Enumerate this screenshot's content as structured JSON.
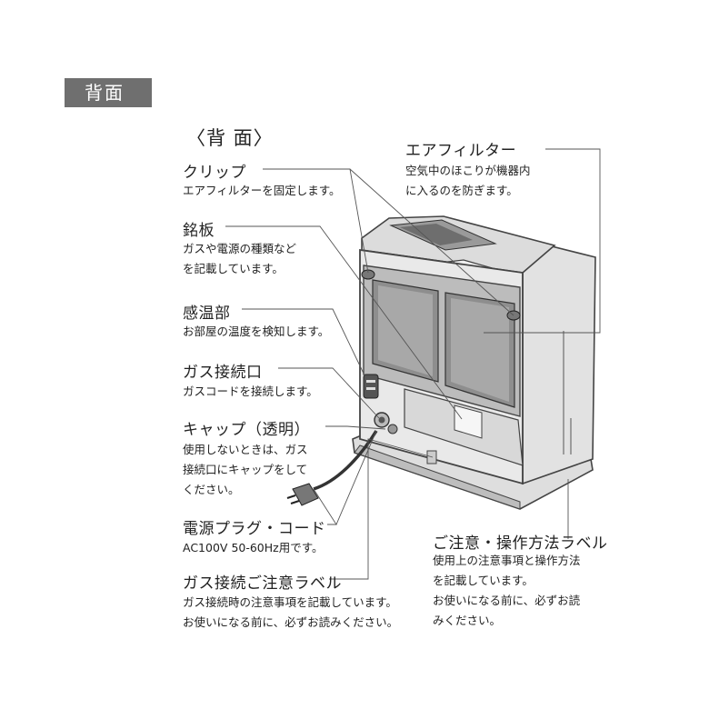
{
  "section_badge": "背面",
  "view_title": "〈背 面〉",
  "callouts": {
    "air_filter": {
      "title": "エアフィルター",
      "lines": [
        "空気中のほこりが機器内",
        "に入るのを防ぎます。"
      ]
    },
    "clip": {
      "title": "クリップ",
      "lines": [
        "エアフィルターを固定します。"
      ]
    },
    "nameplate": {
      "title": "銘板",
      "lines": [
        "ガスや電源の種類など",
        "を記載しています。"
      ]
    },
    "temp_sensor": {
      "title": "感温部",
      "lines": [
        "お部屋の温度を検知します。"
      ]
    },
    "gas_inlet": {
      "title": "ガス接続口",
      "lines": [
        "ガスコードを接続します。"
      ]
    },
    "cap": {
      "title": "キャップ（透明）",
      "lines": [
        "使用しないときは、ガス",
        "接続口にキャップをして",
        "ください。"
      ]
    },
    "power_plug": {
      "title": "電源プラグ・コード",
      "lines": [
        "AC100V 50-60Hz用です。"
      ]
    },
    "gas_caution_label": {
      "title": "ガス接続ご注意ラベル",
      "lines": [
        "ガス接続時の注意事項を記載しています。",
        "お使いになる前に、必ずお読みください。"
      ]
    },
    "caution_label": {
      "title": "ご注意・操作方法ラベル",
      "lines": [
        "使用上の注意事項と操作方法",
        "を記載しています。",
        "お使いになる前に、必ずお読",
        "みください。"
      ]
    }
  }
}
